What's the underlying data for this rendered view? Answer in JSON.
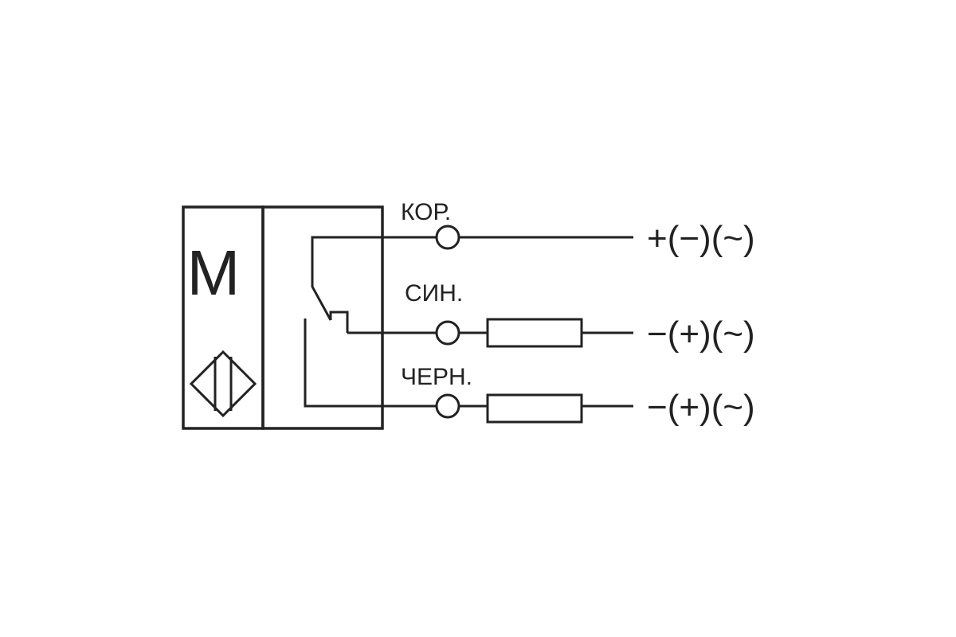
{
  "sensor": {
    "letter": "M"
  },
  "wires": [
    {
      "label": "КОР.",
      "polarity": "+(−)(~)"
    },
    {
      "label": "СИН.",
      "polarity": "−(+)(~)"
    },
    {
      "label": "ЧЕРН.",
      "polarity": "−(+)(~)"
    }
  ],
  "colors": {
    "line": "#222222",
    "background": "#ffffff"
  }
}
